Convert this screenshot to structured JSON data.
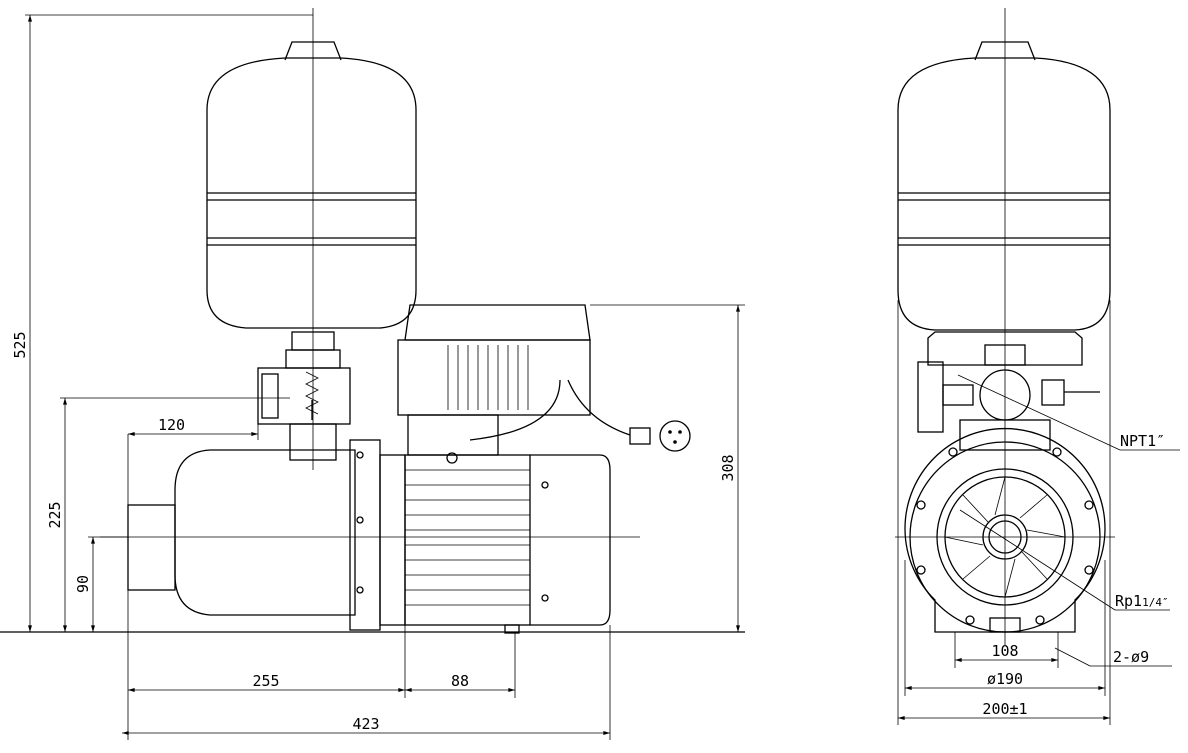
{
  "title": "Booster pump with pressure tank - dimension drawing",
  "dimensions": {
    "overall_height": "525",
    "outlet_height": "225",
    "inlet_height": "90",
    "outlet_offset": "120",
    "controller_height": "308",
    "inlet_to_motor": "255",
    "foot_spacing": "88",
    "overall_length": "423"
  },
  "front_view": {
    "outlet_thread": "NPT1″",
    "inlet_thread": "Rp1 1/4″",
    "inlet_thread_main": "Rp1",
    "inlet_thread_frac": "1/4″",
    "mounting_holes": "2-ø9",
    "foot_width": "108",
    "flange_diameter": "ø190",
    "overall_width": "200±1"
  },
  "colors": {
    "line": "#000000",
    "background": "#ffffff"
  }
}
